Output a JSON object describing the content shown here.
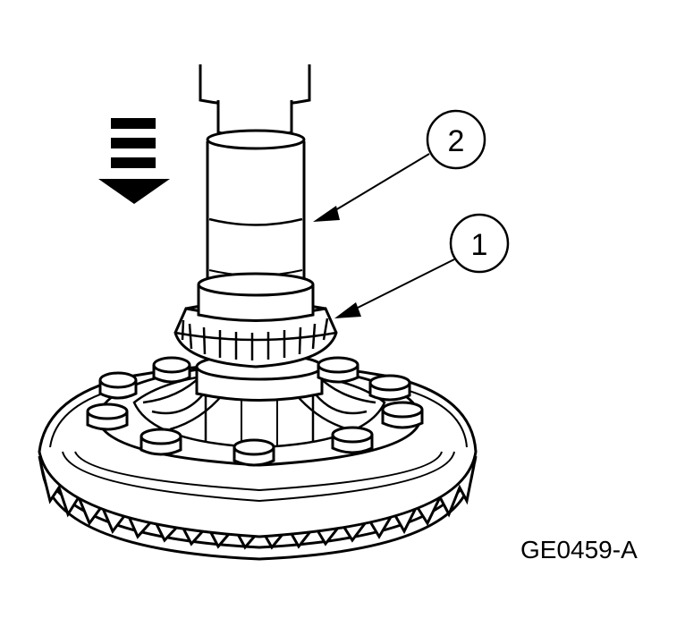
{
  "figure_id": "GE0459-A",
  "callouts": [
    {
      "number": "1"
    },
    {
      "number": "2"
    }
  ],
  "icons": {
    "direction": "press-down-arrow-icon"
  },
  "colors": {
    "ink": "#000000",
    "paper": "#ffffff"
  }
}
